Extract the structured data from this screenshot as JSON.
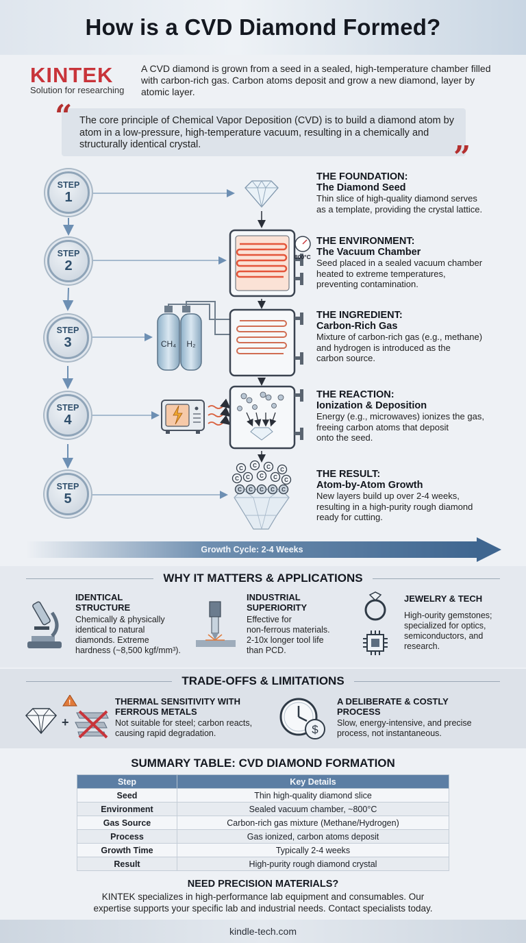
{
  "header": {
    "title": "How is a CVD Diamond Formed?"
  },
  "brand": {
    "name": "KINTEK",
    "tagline": "Solution for researching",
    "color": "#c8343a"
  },
  "intro": {
    "text": "A CVD diamond is grown from a seed in a sealed, high-temperature chamber filled with carbon-rich gas. Carbon atoms deposit and grow a new diamond, layer by atomic layer."
  },
  "quote": {
    "text": "The core principle of Chemical Vapor Deposition (CVD) is to build a diamond atom by atom in a low-pressure, high-temperature vacuum, resulting in a chemically and structurally identical crystal."
  },
  "steps": [
    {
      "label": "STEP",
      "num": "1",
      "title1": "THE FOUNDATION:",
      "title2": "The Diamond Seed",
      "desc": [
        "Thin slice of high-quality diamond serves",
        "as a template, providing the crystal lattice."
      ]
    },
    {
      "label": "STEP",
      "num": "2",
      "title1": "THE ENVIRONMENT:",
      "title2": "The Vacuum Chamber",
      "desc": [
        "Seed placed in a sealed vacuum chamber",
        "heated to extreme temperatures,",
        "preventing contamination."
      ]
    },
    {
      "label": "STEP",
      "num": "3",
      "title1": "THE INGREDIENT:",
      "title2": "Carbon-Rich Gas",
      "desc": [
        "Mixture of carbon-rich gas (e.g., methane)",
        "and hydrogen is introduced as the",
        "carbon source."
      ]
    },
    {
      "label": "STEP",
      "num": "4",
      "title1": "THE REACTION:",
      "title2": "Ionization & Deposition",
      "desc": [
        "Energy (e.g., microwaves) ionizes the gas,",
        "freeing carbon atoms that deposit",
        "onto the seed."
      ]
    },
    {
      "label": "STEP",
      "num": "5",
      "title1": "THE RESULT:",
      "title2": "Atom-by-Atom Growth",
      "desc": [
        "New layers build up over 2-4 weeks,",
        "resulting in a high-purity rough diamond",
        "ready for cutting."
      ]
    }
  ],
  "gauge": {
    "temp": "800°C"
  },
  "gas_labels": {
    "left": "CH₄",
    "right": "H₂"
  },
  "atom_glyph": "C",
  "growth": {
    "label": "Growth Cycle: 2-4 Weeks"
  },
  "why": {
    "title": "WHY IT MATTERS & APPLICATIONS",
    "items": [
      {
        "title": [
          "IDENTICAL",
          "STRUCTURE"
        ],
        "desc": [
          "Chemically & physically",
          "identical to natural",
          "diamonds. Extreme",
          "hardness (~8,500 kgf/mm³)."
        ],
        "icon": "microscope-icon"
      },
      {
        "title": [
          "INDUSTRIAL",
          "SUPERIORITY"
        ],
        "desc": [
          "Effective for",
          "non-ferrous materials.",
          "2-10x longer tool life",
          "than PCD."
        ],
        "icon": "drill-icon"
      },
      {
        "title": [
          "JEWELRY & TECH"
        ],
        "desc": [
          "High-ourity gemstones;",
          "specialized for optics,",
          "semiconductors, and",
          "research."
        ],
        "icon": "ring-icon"
      }
    ]
  },
  "tradeoffs": {
    "title": "TRADE-OFFS & LIMITATIONS",
    "items": [
      {
        "title": [
          "THERMAL SENSITIVITY WITH",
          "FERROUS METALS"
        ],
        "desc": [
          "Not suitable for steel; carbon reacts,",
          "causing rapid degradation."
        ],
        "icon": "diamond-warning-icon"
      },
      {
        "title": [
          "A DELIBERATE & COSTLY",
          "PROCESS"
        ],
        "desc": [
          "Slow, energy-intensive, and precise",
          "process, not instantaneous."
        ],
        "icon": "clock-cost-icon"
      }
    ]
  },
  "summary": {
    "title": "SUMMARY TABLE: CVD DIAMOND FORMATION",
    "columns": [
      "Step",
      "Key Details"
    ],
    "rows": [
      [
        "Seed",
        "Thin high-quality diamond slice"
      ],
      [
        "Environment",
        "Sealed vacuum chamber, ~800°C"
      ],
      [
        "Gas Source",
        "Carbon-rich gas mixture (Methane/Hydrogen)"
      ],
      [
        "Process",
        "Gas ionized, carbon atoms deposit"
      ],
      [
        "Growth Time",
        "Typically 2-4 weeks"
      ],
      [
        "Result",
        "High-purity rough diamond crystal"
      ]
    ]
  },
  "cta": {
    "title": "NEED PRECISION MATERIALS?",
    "text": "KINTEK specializes in high-performance lab equipment and consumables. Our expertise supports your specific lab and industrial needs. Contact specialists today."
  },
  "footer": {
    "url": "kindle-tech.com"
  }
}
